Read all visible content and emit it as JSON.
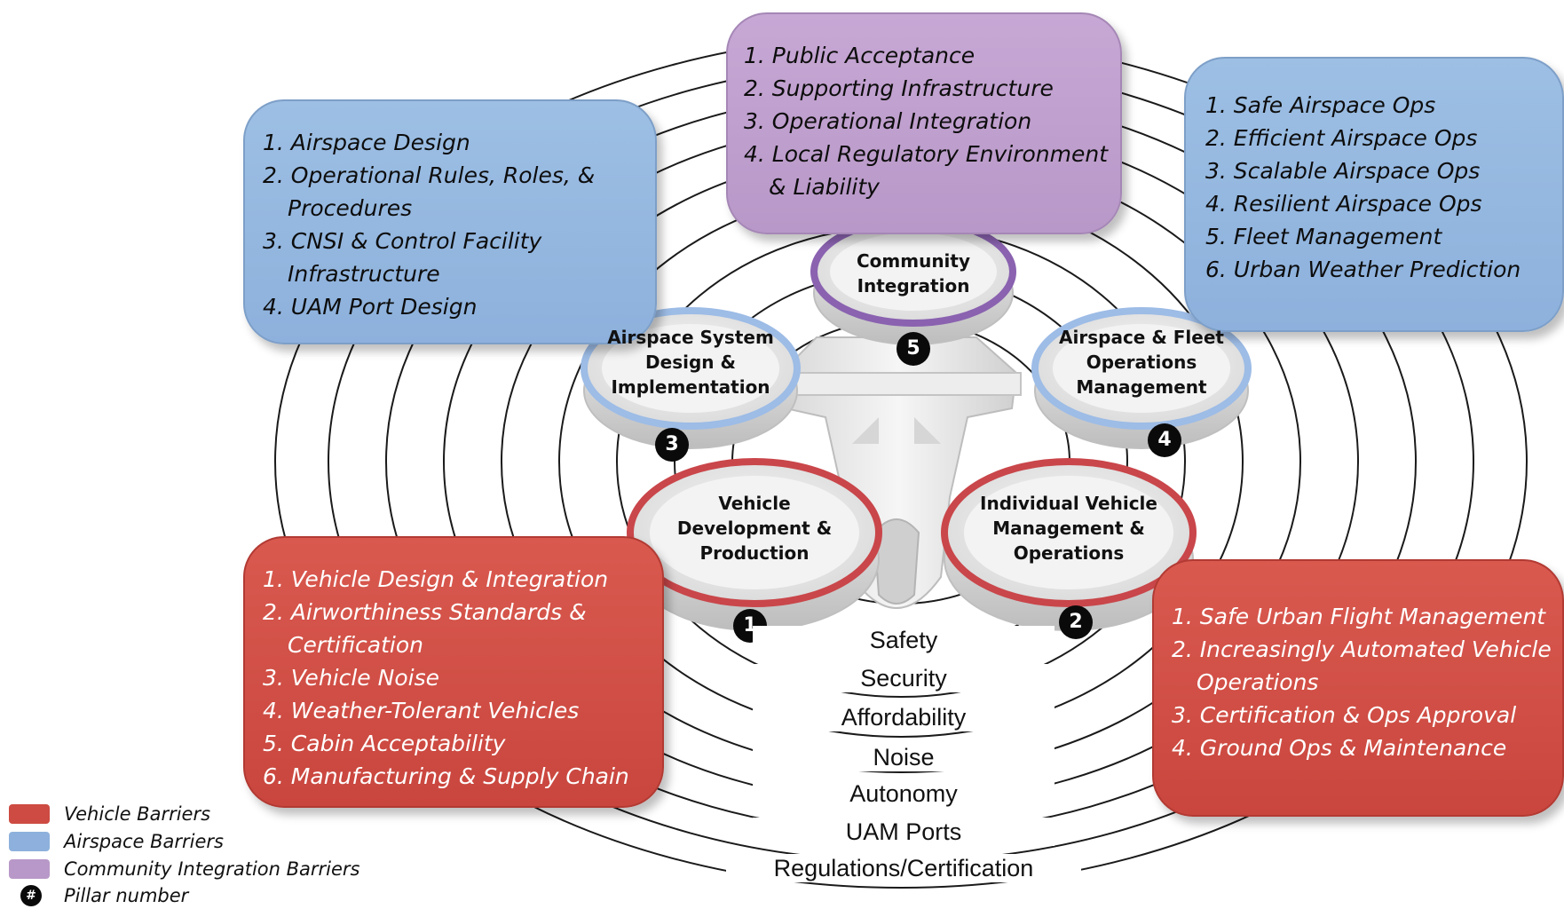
{
  "colors": {
    "vehicle": "#cd4b42",
    "airspace": "#8db1dc",
    "community": "#b898c8",
    "ring_red": "#c9464a",
    "ring_blue": "#9dbce6",
    "ring_purple": "#8a62b0"
  },
  "boxes": {
    "airspace_design": [
      "1. Airspace Design",
      "2. Operational Rules, Roles, &",
      "Procedures",
      "3. CNSI & Control Facility",
      "Infrastructure",
      "4. UAM Port Design"
    ],
    "community": [
      "1. Public Acceptance",
      "2. Supporting Infrastructure",
      "3. Operational Integration",
      "4. Local Regulatory Environment",
      "& Liability"
    ],
    "airspace_ops": [
      "1. Safe Airspace Ops",
      "2. Efficient Airspace Ops",
      "3. Scalable Airspace Ops",
      "4. Resilient Airspace Ops",
      "5. Fleet Management",
      "6. Urban Weather Prediction"
    ],
    "vehicle_dev": [
      "1. Vehicle Design & Integration",
      "2. Airworthiness Standards &",
      "Certification",
      "3. Vehicle Noise",
      "4. Weather-Tolerant Vehicles",
      "5. Cabin Acceptability",
      "6. Manufacturing & Supply Chain"
    ],
    "vehicle_ops": [
      "1. Safe Urban Flight Management",
      "2. Increasingly Automated Vehicle",
      "Operations",
      "3. Certification & Ops Approval",
      "4. Ground Ops & Maintenance"
    ]
  },
  "pillars": {
    "p1": {
      "number": "1",
      "label": [
        "Vehicle",
        "Development &",
        "Production"
      ]
    },
    "p2": {
      "number": "2",
      "label": [
        "Individual Vehicle",
        "Management &",
        "Operations"
      ]
    },
    "p3": {
      "number": "3",
      "label": [
        "Airspace System",
        "Design &",
        "Implementation"
      ]
    },
    "p4": {
      "number": "4",
      "label": [
        "Airspace & Fleet",
        "Operations",
        "Management"
      ]
    },
    "p5": {
      "number": "5",
      "label": [
        "Community",
        "Integration"
      ]
    }
  },
  "barriers": [
    "Safety",
    "Security",
    "Affordability",
    "Noise",
    "Autonomy",
    "UAM Ports",
    "Regulations/Certification"
  ],
  "legend": {
    "vehicle": "Vehicle Barriers",
    "airspace": "Airspace Barriers",
    "community": "Community Integration Barriers",
    "pillar_symbol": "#",
    "pillar": "Pillar number"
  }
}
